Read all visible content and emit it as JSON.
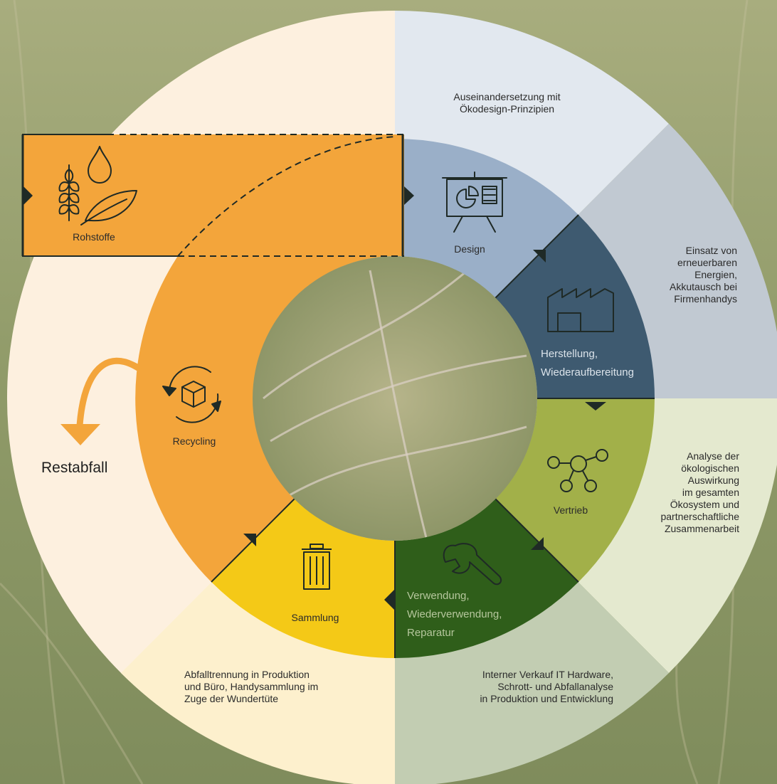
{
  "stages": {
    "design": {
      "label": "Design",
      "icon": "presentation-board-icon",
      "color": "#9aafc8"
    },
    "production": {
      "label": "Herstellung,\nWiederaufbereitung",
      "icon": "factory-icon",
      "color": "#3e5a70"
    },
    "distribution": {
      "label": "Vertrieb",
      "icon": "network-nodes-icon",
      "color": "#a2b049"
    },
    "usage": {
      "label": "Verwendung,\nWiederverwendung,\nReparatur",
      "icon": "wrench-icon",
      "color": "#2f5e1a"
    },
    "collection": {
      "label": "Sammlung",
      "icon": "trash-can-icon",
      "color": "#f4c917"
    },
    "recycling": {
      "label": "Recycling",
      "icon": "recycle-box-icon",
      "color": "#f3a53b"
    },
    "raw_materials": {
      "label": "Rohstoffe",
      "icon": "raw-materials-icon",
      "color": "#f3a53b"
    }
  },
  "outcomes": {
    "waste": {
      "label": "Restabfall",
      "icon": "curved-arrow-down-icon"
    }
  },
  "notes": {
    "design": "Auseinandersetzung mit\nÖkodesign-Prinzipien",
    "production": "Einsatz von\nerneuerbaren\nEnergien,\nAkkutausch bei\nFirmenhandys",
    "distribution": "Analyse der\nökologischen\nAuswirkung\nim gesamten\nÖkosystem und\npartnerschaftliche\nZusammenarbeit",
    "usage": "Interner Verkauf IT Hardware,\nSchrott- und Abfallanalyse\nin Produktion und Entwicklung",
    "collection": "Abfalltrennung in Produktion\nund Büro, Handysammlung im\nZuge der Wundertüte"
  }
}
